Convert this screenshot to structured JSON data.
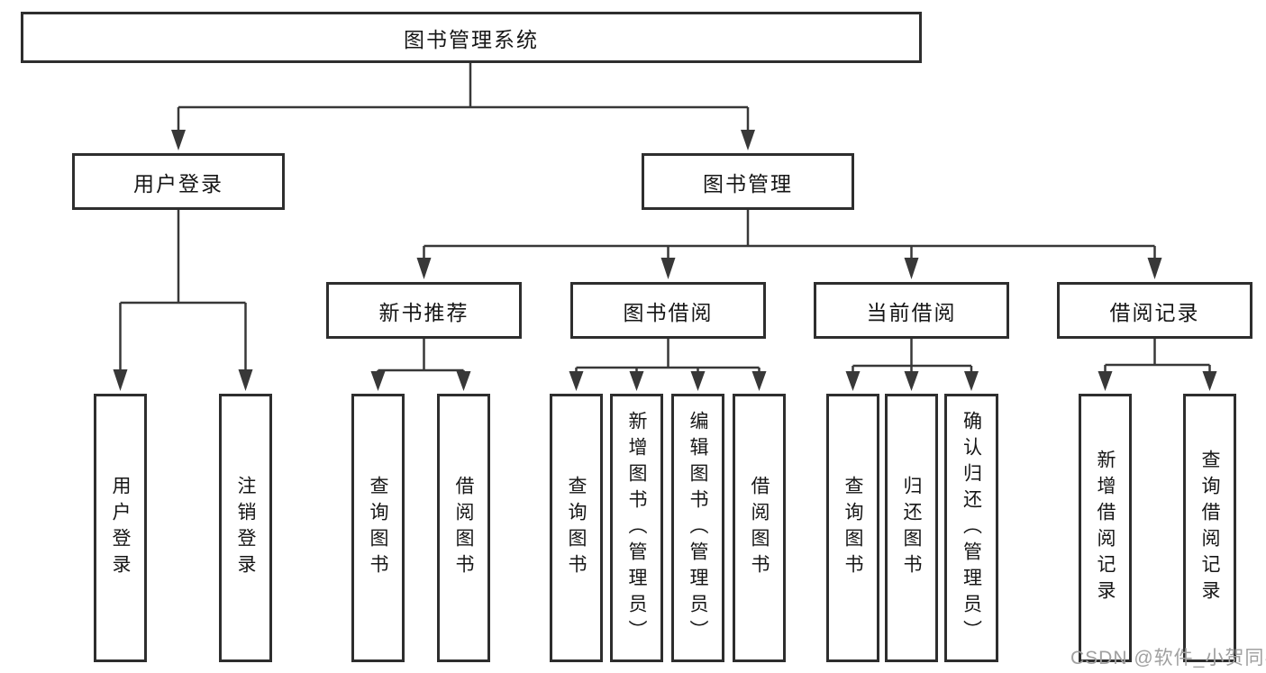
{
  "diagram": {
    "title": "图书管理系统",
    "tree": {
      "label": "图书管理系统",
      "children": [
        {
          "label": "用户登录",
          "children": [
            {
              "label": "用户登录"
            },
            {
              "label": "注销登录"
            }
          ]
        },
        {
          "label": "图书管理",
          "children": [
            {
              "label": "新书推荐",
              "children": [
                {
                  "label": "查询图书"
                },
                {
                  "label": "借阅图书"
                }
              ]
            },
            {
              "label": "图书借阅",
              "children": [
                {
                  "label": "查询图书"
                },
                {
                  "label": "新增图书（管理员）"
                },
                {
                  "label": "编辑图书（管理员）"
                },
                {
                  "label": "借阅图书"
                }
              ]
            },
            {
              "label": "当前借阅",
              "children": [
                {
                  "label": "查询图书"
                },
                {
                  "label": "归还图书"
                },
                {
                  "label": "确认归还（管理员）"
                }
              ]
            },
            {
              "label": "借阅记录",
              "children": [
                {
                  "label": "新增借阅记录"
                },
                {
                  "label": "查询借阅记录"
                }
              ]
            }
          ]
        }
      ]
    },
    "colors": {
      "line": "#383838",
      "box_border": "#2e2e2e",
      "box_fill": "#ffffff",
      "text": "#161616",
      "background": "#ffffff"
    }
  },
  "watermark": {
    "text": "CSDN @软件_小贺同学",
    "color": "#a0a0a0"
  }
}
